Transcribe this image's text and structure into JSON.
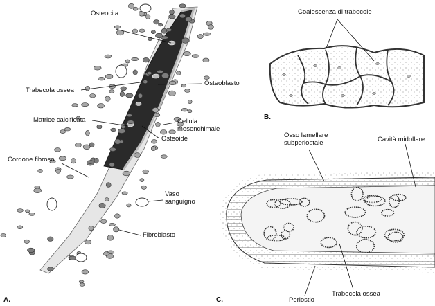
{
  "figure": {
    "panel_a": "A.",
    "panel_b": "B.",
    "panel_c": "C.",
    "labels_a": {
      "osteocita": "Osteocita",
      "trabecola_ossea": "Trabecola ossea",
      "osteoblasto": "Osteoblasto",
      "matrice_calcificata": "Matrice calcificata",
      "cellula_mesenchimale_1": "Cellula",
      "cellula_mesenchimale_2": "mesenchimale",
      "osteoide": "Osteoide",
      "cordone_fibroso": "Cordone fibroso",
      "vaso_sanguigno_1": "Vaso",
      "vaso_sanguigno_2": "sanguigno",
      "fibroblasto": "Fibroblasto"
    },
    "labels_b": {
      "coalescenza": "Coalescenza di trabecole"
    },
    "labels_c": {
      "osso_lamellare_1": "Osso lamellare",
      "osso_lamellare_2": "subperiostale",
      "cavita_midollare": "Cavità midollare",
      "periostio": "Periostio",
      "trabecola_ossea": "Trabecola ossea"
    },
    "colors": {
      "ink": "#111111",
      "dark_matrix": "#2a2a2a",
      "cell_fill": "#9a9a9a",
      "pale_fill": "#d9d9d9"
    }
  }
}
